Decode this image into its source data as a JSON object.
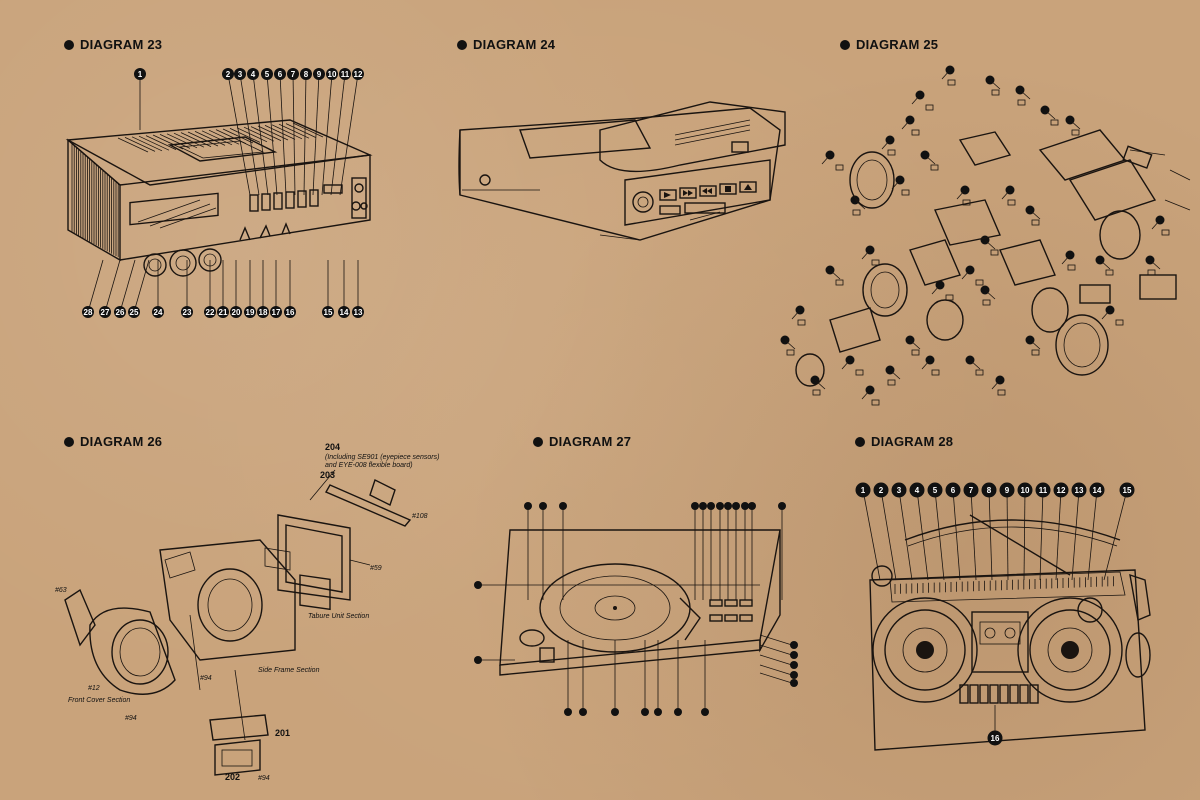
{
  "headings": {
    "d23": "DIAGRAM 23",
    "d24": "DIAGRAM 24",
    "d25": "DIAGRAM 25",
    "d26": "DIAGRAM 26",
    "d27": "DIAGRAM 27",
    "d28": "DIAGRAM 28"
  },
  "d23_callouts_top": [
    "1",
    "2",
    "3",
    "4",
    "5",
    "6",
    "7",
    "8",
    "9",
    "10",
    "11",
    "12"
  ],
  "d23_callouts_bottom": [
    "28",
    "27",
    "26",
    "25",
    "24",
    "23",
    "22",
    "21",
    "20",
    "19",
    "18",
    "17",
    "16",
    "15",
    "14",
    "13"
  ],
  "d26_labels": {
    "l204": "204",
    "l204_note1": "(Including SE901 (eyepiece sensors)",
    "l204_note2": "and EYE-008 flexible board)",
    "l203": "203",
    "tabure": "Tabure Unit Section",
    "side_frame": "Side Frame Section",
    "front_cover": "Front Cover Section",
    "l201": "201",
    "l202": "202",
    "l12": "#12",
    "l94a": "#94",
    "l94b": "#94",
    "l94c": "#94",
    "l108": "#108",
    "l59": "#59",
    "l63": "#63"
  },
  "d28_callouts_top": [
    "1",
    "2",
    "3",
    "4",
    "5",
    "6",
    "7",
    "8",
    "9",
    "10",
    "11",
    "12",
    "13",
    "14",
    "15"
  ],
  "d28_callout_bottom": "16",
  "colors": {
    "paper": "#c9a37b",
    "ink": "#1a1410"
  }
}
